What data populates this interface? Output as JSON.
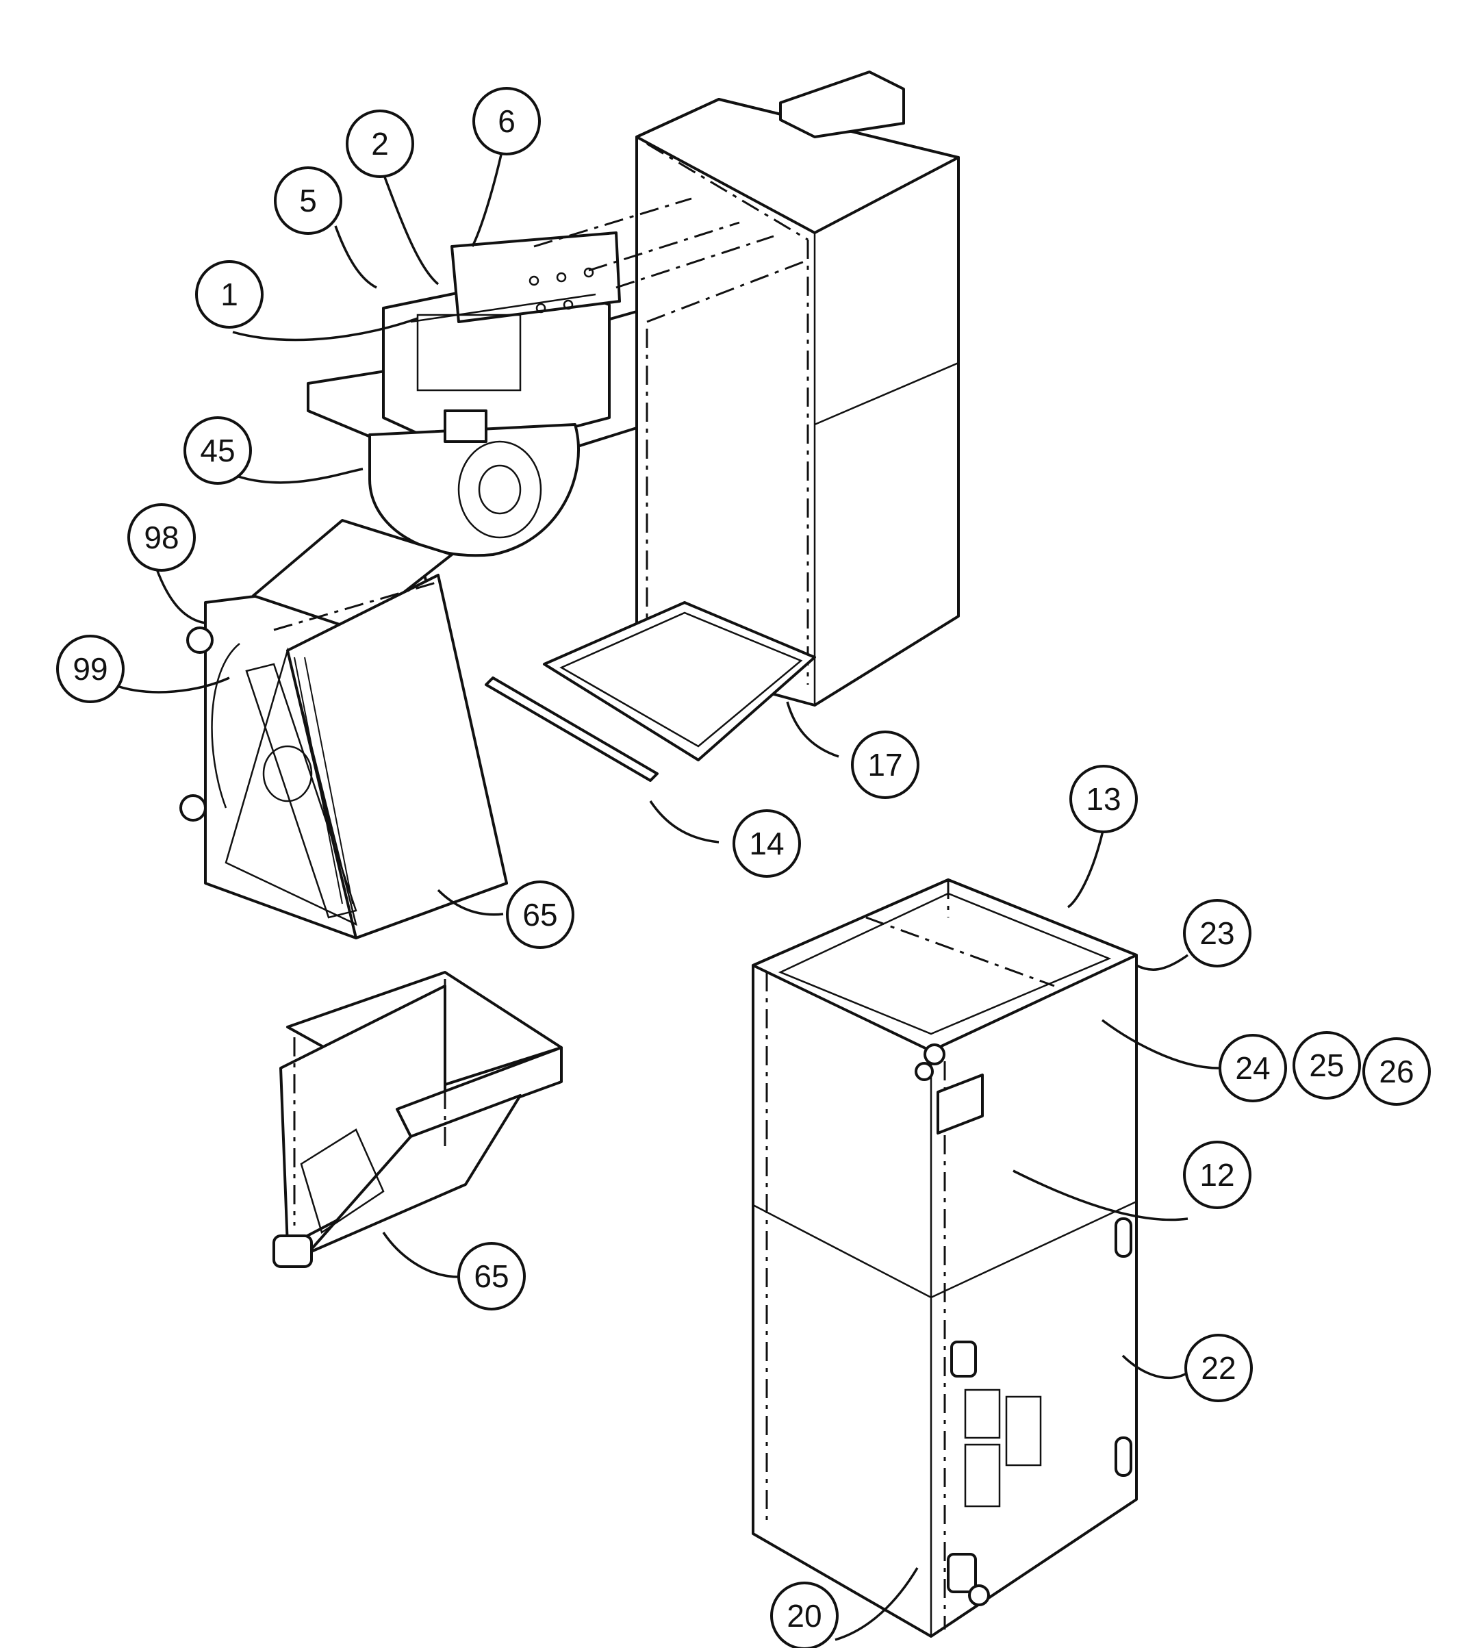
{
  "callouts": [
    {
      "id": "c1",
      "label": "1"
    },
    {
      "id": "c2",
      "label": "2"
    },
    {
      "id": "c5",
      "label": "5"
    },
    {
      "id": "c6",
      "label": "6"
    },
    {
      "id": "c45",
      "label": "45"
    },
    {
      "id": "c98",
      "label": "98"
    },
    {
      "id": "c99",
      "label": "99"
    },
    {
      "id": "c17",
      "label": "17"
    },
    {
      "id": "c14",
      "label": "14"
    },
    {
      "id": "c65a",
      "label": "65"
    },
    {
      "id": "c65b",
      "label": "65"
    },
    {
      "id": "c13",
      "label": "13"
    },
    {
      "id": "c23",
      "label": "23"
    },
    {
      "id": "c24",
      "label": "24"
    },
    {
      "id": "c25",
      "label": "25"
    },
    {
      "id": "c26",
      "label": "26"
    },
    {
      "id": "c12",
      "label": "12"
    },
    {
      "id": "c22",
      "label": "22"
    },
    {
      "id": "c20",
      "label": "20"
    }
  ]
}
